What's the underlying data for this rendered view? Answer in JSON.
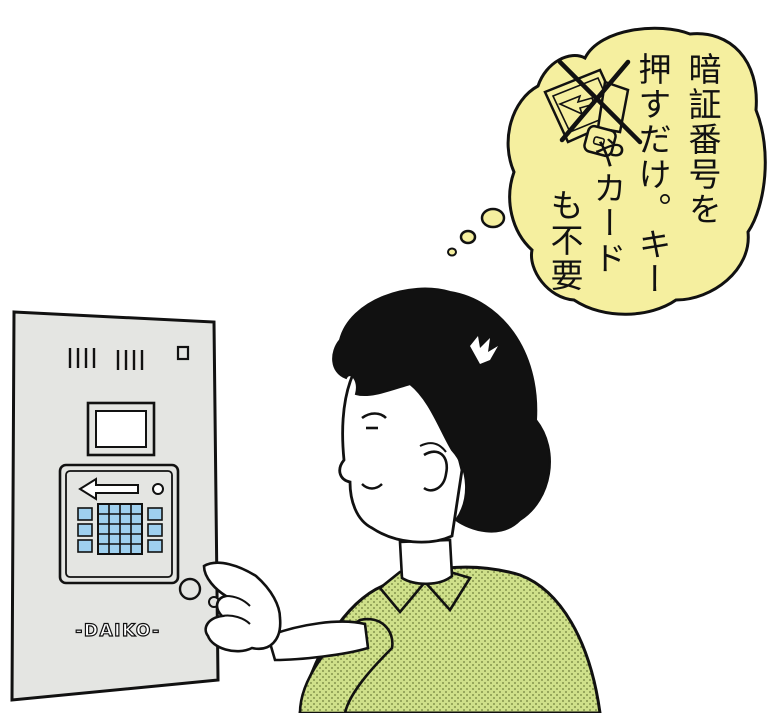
{
  "thought_bubble": {
    "lines": [
      "暗証番号を",
      "押すだけ。キー",
      "やカード",
      "も不要"
    ]
  },
  "panel": {
    "brand_text": "-DAIKO-",
    "arrow_direction": "left",
    "icons": {
      "crossed_out": [
        "card-icon",
        "key-icon"
      ]
    }
  },
  "colors": {
    "bubble_fill": "#f5ef9f",
    "panel_fill": "#e4e5e2",
    "keypad_fill": "#9fd0ef",
    "shirt_fill": "#cfe08a",
    "skin_fill": "#ffffff",
    "hair_fill": "#111111",
    "outline": "#111111"
  }
}
